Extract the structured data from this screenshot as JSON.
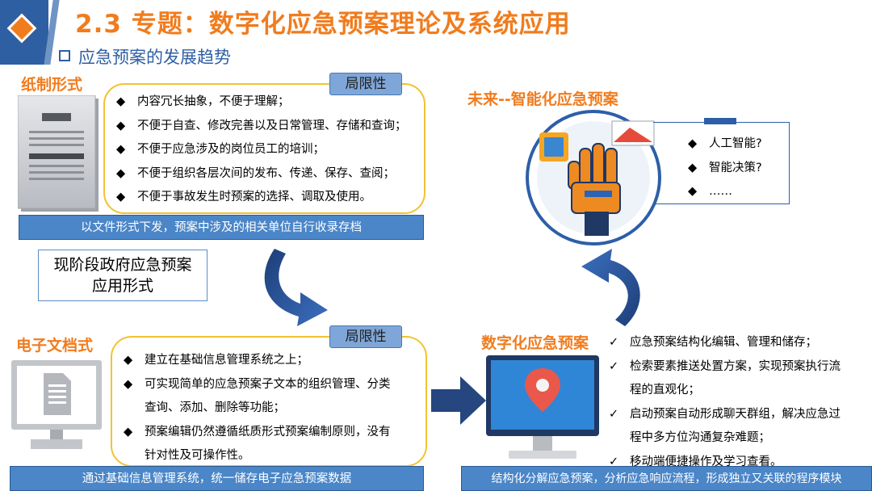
{
  "title": "2.3 专题：数字化应急预案理论及系统应用",
  "subtitle": "应急预案的发展趋势",
  "paper": {
    "label": "纸制形式",
    "limit_tag": "局限性",
    "items": [
      "内容冗长抽象，不便于理解；",
      "不便于自查、修改完善以及日常管理、存储和查询；",
      "不便于应急涉及的岗位员工的培训；",
      "不便于组织各层次间的发布、传递、保存、查阅；",
      "不便于事故发生时预案的选择、调取及使用。"
    ],
    "bar_text": "以文件形式下发，预案中涉及的相关单位自行收录存档"
  },
  "current_box": {
    "line1": "现阶段政府应急预案",
    "line2": "应用形式"
  },
  "electronic": {
    "label": "电子文档式",
    "limit_tag": "局限性",
    "items": [
      "建立在基础信息管理系统之上；",
      "可实现简单的应急预案子文本的组织管理、分类",
      "查询、添加、删除等功能；",
      "预案编辑仍然遵循纸质形式预案编制原则，没有",
      "针对性及可操作性。"
    ],
    "bar_text": "通过基础信息管理系统，统一储存电子应急预案数据"
  },
  "future": {
    "label": "未来--智能化应急预案",
    "items": [
      "人工智能?",
      "智能决策?",
      "……"
    ]
  },
  "digital": {
    "label": "数字化应急预案",
    "items": [
      "应急预案结构化编辑、管理和储存；",
      "检索要素推送处置方案，实现预案执行流",
      "程的直观化；",
      "启动预案自动形成聊天群组，解决应急过",
      "程中多方位沟通复杂难题；",
      "移动端便捷操作及学习查看。"
    ],
    "bar_text": "结构化分解应急预案，分析应急响应流程，形成独立又关联的程序模块"
  },
  "icons": {
    "diamond_bullet": "◆",
    "check_bullet": "✓",
    "document": "document-icon",
    "monitor": "monitor-icon",
    "robot_hand": "robot-hand-icon",
    "location_pin": "location-pin-icon"
  },
  "colors": {
    "accent_orange": "#f07c1e",
    "brand_blue": "#2e5fa3",
    "bar_blue": "#4a86c8",
    "pill_blue": "#7fa6d8",
    "box_border_yellow": "#f2c233"
  }
}
